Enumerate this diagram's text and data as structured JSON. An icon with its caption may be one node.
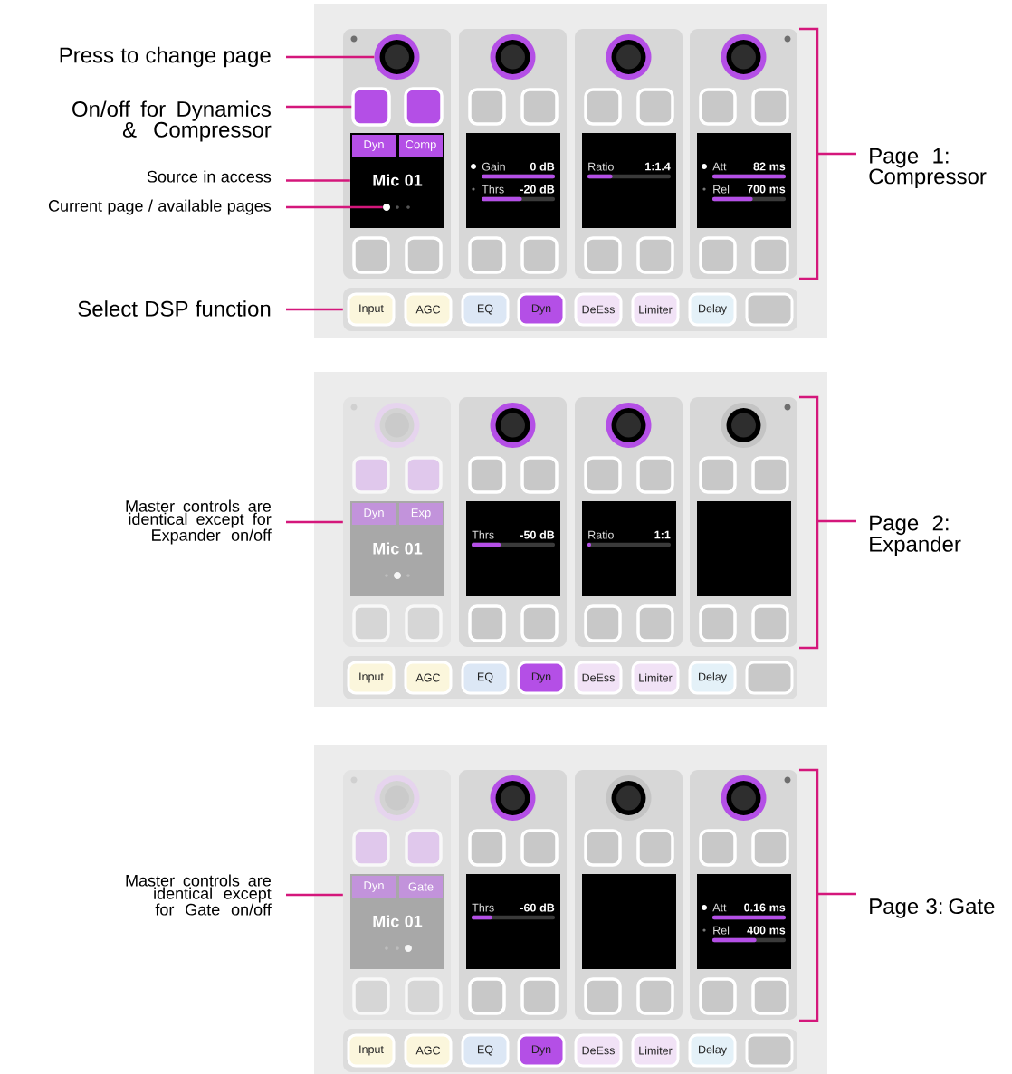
{
  "diagram": {
    "nodes": [
      {
        "text": [
          "Press to change page"
        ]
      },
      {
        "text": [
          "On/off for Dynamics & Compressor"
        ]
      },
      {
        "text": [
          "Source in access"
        ]
      },
      {
        "text": [
          "Current page / available pages"
        ]
      },
      {
        "text": [
          "Select DSP function"
        ]
      },
      {
        "text": [],
        "shape": "box"
      },
      {
        "text": [],
        "shape": "box",
        "in": 5
      },
      {
        "text": [],
        "shape": "circle",
        "in": 6
      },
      {
        "text": [],
        "shape": "box",
        "in": 6
      },
      {
        "text": [
          "Mic 01"
        ],
        "in": 6
      },
      {
        "text": [
          "Dyn"
        ],
        "in": 9
      },
      {
        "text": [
          "Comp"
        ],
        "in": 9
      },
      {
        "text": [],
        "shape": "circle",
        "in": 9
      },
      {
        "text": [],
        "shape": "box",
        "in": 5
      },
      {
        "text": [
          "Gain",
          "0 dB",
          "Thrs",
          "-20 dB"
        ],
        "in": 13
      },
      {
        "text": [],
        "shape": "box",
        "in": 5
      },
      {
        "text": [
          "Ratio",
          "1:1.4"
        ],
        "in": 15
      },
      {
        "text": [],
        "shape": "box",
        "in": 5
      },
      {
        "text": [
          "Att",
          "82 ms",
          "Rel",
          "700 ms"
        ],
        "in": 17
      },
      {
        "text": [],
        "shape": "bar",
        "in": 5
      },
      {
        "text": [
          "Input"
        ],
        "in": 19
      },
      {
        "text": [
          "AGC"
        ],
        "in": 19
      },
      {
        "text": [
          "EQ"
        ],
        "in": 19
      },
      {
        "text": [
          "Dyn"
        ],
        "in": 19
      },
      {
        "text": [
          "DeEss"
        ],
        "in": 19
      },
      {
        "text": [
          "Limiter"
        ],
        "in": 19
      },
      {
        "text": [
          "Delay"
        ],
        "in": 19
      },
      {
        "text": [],
        "shape": "box",
        "in": 19
      },
      {
        "text": [
          "Master controls are identical except for Expander on/off"
        ]
      },
      {
        "text": [],
        "shape": "box"
      },
      {
        "text": [],
        "shape": "box",
        "in": 29
      },
      {
        "text": [
          "Mic 01"
        ],
        "in": 30
      },
      {
        "text": [
          "Dyn"
        ],
        "in": 31
      },
      {
        "text": [
          "Exp"
        ],
        "in": 31
      },
      {
        "text": [],
        "shape": "box",
        "in": 29
      },
      {
        "text": [
          "Thrs",
          "-50 dB"
        ],
        "in": 34
      },
      {
        "text": [],
        "shape": "box",
        "in": 29
      },
      {
        "text": [
          "Ratio",
          "1:1"
        ],
        "in": 36
      },
      {
        "text": [],
        "shape": "box",
        "in": 29
      },
      {
        "text": [],
        "shape": "box",
        "in": 38
      },
      {
        "text": [],
        "shape": "bar",
        "in": 29
      },
      {
        "text": [
          "Input"
        ],
        "in": 40
      },
      {
        "text": [
          "AGC"
        ],
        "in": 40
      },
      {
        "text": [
          "EQ"
        ],
        "in": 40
      },
      {
        "text": [
          "Dyn"
        ],
        "in": 40
      },
      {
        "text": [
          "DeEss"
        ],
        "in": 40
      },
      {
        "text": [
          "Limiter"
        ],
        "in": 40
      },
      {
        "text": [
          "Delay"
        ],
        "in": 40
      },
      {
        "text": [],
        "shape": "box",
        "in": 40
      },
      {
        "text": [
          "Master controls are identical except for Gate on/off"
        ]
      },
      {
        "text": [],
        "shape": "box"
      },
      {
        "text": [],
        "shape": "box",
        "in": 50
      },
      {
        "text": [
          "Mic 01"
        ],
        "in": 51
      },
      {
        "text": [
          "Dyn"
        ],
        "in": 52
      },
      {
        "text": [
          "Gate"
        ],
        "in": 52
      },
      {
        "text": [],
        "shape": "box",
        "in": 50
      },
      {
        "text": [
          "Thrs",
          "-60 dB"
        ],
        "in": 55
      },
      {
        "text": [],
        "shape": "box",
        "in": 50
      },
      {
        "text": [],
        "shape": "box",
        "in": 57
      },
      {
        "text": [],
        "shape": "box",
        "in": 50
      },
      {
        "text": [
          "Att",
          "0.16 ms",
          "Rel",
          "400 ms"
        ],
        "in": 59
      },
      {
        "text": [],
        "shape": "bar",
        "in": 50
      },
      {
        "text": [
          "Input"
        ],
        "in": 61
      },
      {
        "text": [
          "AGC"
        ],
        "in": 61
      },
      {
        "text": [
          "EQ"
        ],
        "in": 61
      },
      {
        "text": [
          "Dyn"
        ],
        "in": 61
      },
      {
        "text": [
          "DeEss"
        ],
        "in": 61
      },
      {
        "text": [
          "Limiter"
        ],
        "in": 61
      },
      {
        "text": [
          "Delay"
        ],
        "in": 61
      },
      {
        "text": [],
        "shape": "box",
        "in": 61
      },
      {
        "text": [],
        "shape": "box",
        "in": 6
      },
      {
        "text": [],
        "shape": "circle",
        "in": 13
      },
      {
        "text": [],
        "shape": "circle",
        "in": 15
      },
      {
        "text": [],
        "shape": "circle",
        "in": 17
      },
      {
        "text": [],
        "shape": "circle",
        "in": 30
      },
      {
        "text": [],
        "shape": "circle",
        "in": 34
      },
      {
        "text": [],
        "shape": "circle",
        "in": 36
      },
      {
        "text": [],
        "shape": "circle",
        "in": 38
      },
      {
        "text": [],
        "shape": "circle",
        "in": 51
      },
      {
        "text": [],
        "shape": "circle",
        "in": 55
      },
      {
        "text": [],
        "shape": "circle",
        "in": 57
      },
      {
        "text": [],
        "shape": "circle",
        "in": 59
      }
    ],
    "edges": [
      {
        "from": 0,
        "to": 7,
        "arrow": "none"
      },
      {
        "from": 1,
        "to": 8,
        "arrow": "none"
      },
      {
        "from": 2,
        "to": 9,
        "arrow": "none"
      },
      {
        "from": 3,
        "to": 12,
        "arrow": "none"
      },
      {
        "from": 4,
        "to": 19,
        "arrow": "none"
      },
      {
        "from": 28,
        "to": 30,
        "arrow": "none"
      },
      {
        "from": 49,
        "to": 51,
        "arrow": "none"
      }
    ],
    "labels": [
      "Page 1: Compressor",
      "Page 2: Expander",
      "Page 3: Gate"
    ]
  }
}
